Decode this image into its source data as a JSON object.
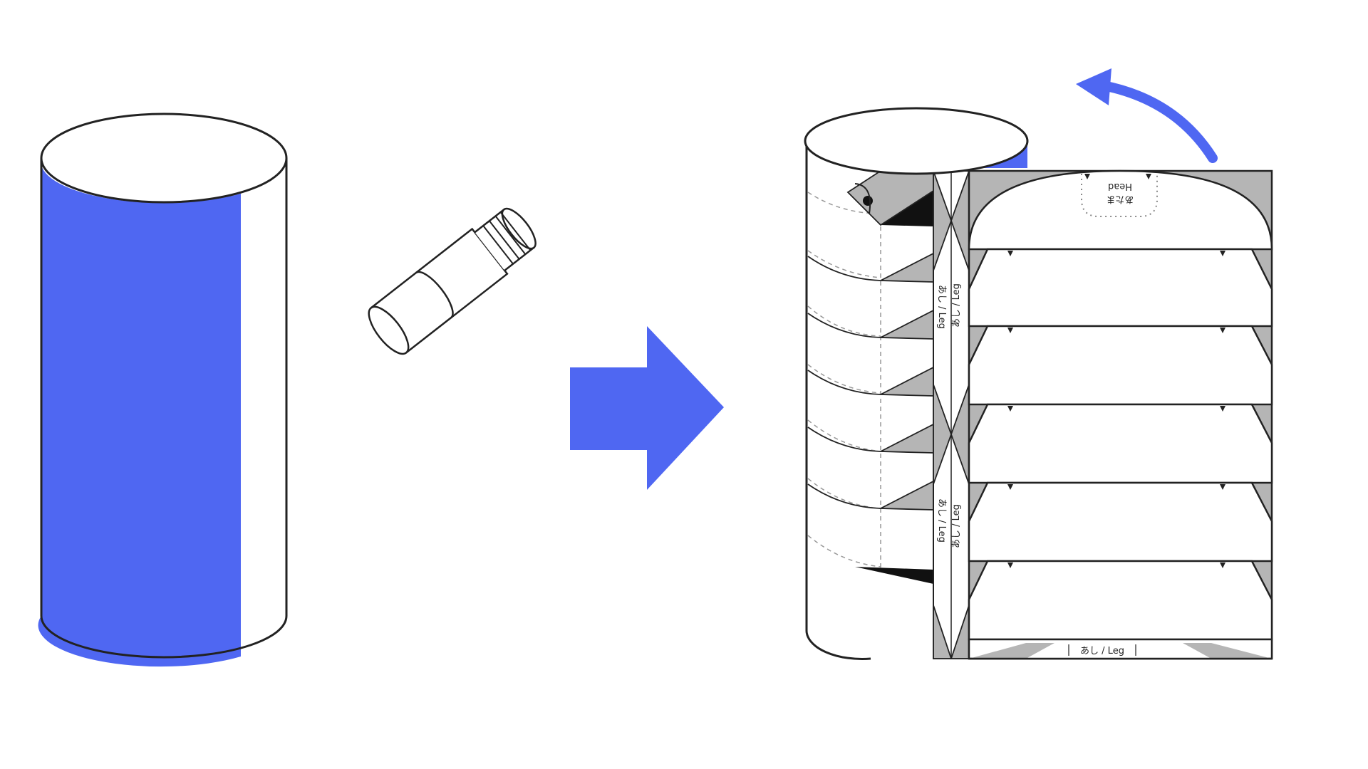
{
  "colors": {
    "accent": "#4f67f2",
    "outline": "#222222",
    "fold_gray": "#b5b5b5",
    "dark_fold": "#111111",
    "background": "#ffffff"
  },
  "illustration": {
    "left": {
      "object": "blue-paper-cylinder",
      "icon": "glue-stick-icon"
    },
    "middle": {
      "icon": "right-arrow-icon"
    },
    "right": {
      "object": "cylinder-with-printed-sheet-attached",
      "icon": "curved-arrow-icon",
      "labels": {
        "head": "Head",
        "head_jp": "あたま",
        "leg_side_upper": "あし / Leg",
        "leg_side_lower": "あし / Leg",
        "leg_side_lower_mirror": "あし / Leg",
        "leg_side_upper_mirror": "あし / Leg",
        "leg_bottom": "あし / Leg"
      }
    }
  }
}
